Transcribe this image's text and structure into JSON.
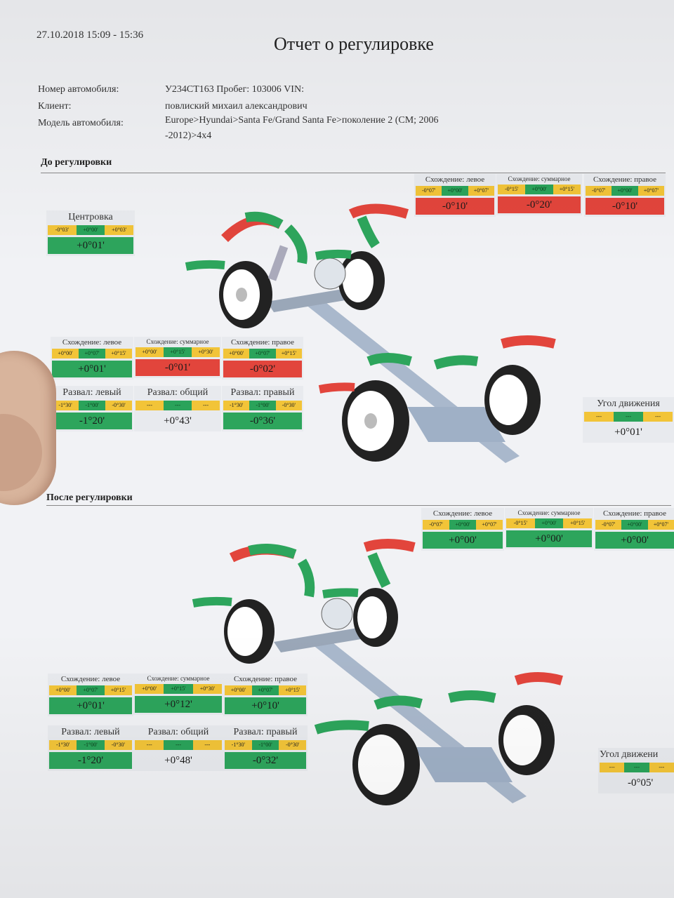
{
  "header": {
    "datetime": "27.10.2018 15:09 - 15:36",
    "title": "Отчет о регулировке"
  },
  "info": {
    "car_label": "Номер автомобиля:",
    "car_value": "У234СТ163 Пробег:  103006 VIN:",
    "client_label": "Клиент:",
    "client_value": "повлиский михаил александрович",
    "model_label": "Модель автомобиля:",
    "model_value_1": "Europe>Hyundai>Santa Fe/Grand Santa Fe>поколение 2 (CM; 2006",
    "model_value_2": "-2012)>4x4"
  },
  "before": {
    "heading": "До регулировки",
    "front": {
      "toe_left": {
        "label": "Схождение: левое",
        "range": [
          "-0°07'",
          "+0°00'",
          "+0°07'"
        ],
        "value": "-0°10'",
        "status": "red"
      },
      "toe_total": {
        "label": "Схождение: суммарное",
        "range": [
          "-0°15'",
          "+0°00'",
          "+0°15'"
        ],
        "value": "-0°20'",
        "status": "red"
      },
      "toe_right": {
        "label": "Схождение: правое",
        "range": [
          "-0°07'",
          "+0°00'",
          "+0°07'"
        ],
        "value": "-0°10'",
        "status": "red"
      }
    },
    "centering": {
      "label": "Центровка",
      "range": [
        "-0°03'",
        "+0°00'",
        "+0°03'"
      ],
      "value": "+0°01'",
      "status": "green"
    },
    "rear": {
      "toe_left": {
        "label": "Схождение: левое",
        "range": [
          "+0°00'",
          "+0°07'",
          "+0°15'"
        ],
        "value": "+0°01'",
        "status": "green"
      },
      "toe_total": {
        "label": "Схождение: суммарное",
        "range": [
          "+0°00'",
          "+0°15'",
          "+0°30'"
        ],
        "value": "-0°01'",
        "status": "red"
      },
      "toe_right": {
        "label": "Схождение: правое",
        "range": [
          "+0°00'",
          "+0°07'",
          "+0°15'"
        ],
        "value": "-0°02'",
        "status": "red"
      },
      "camber_left": {
        "label": "Развал: левый",
        "range": [
          "-1°30'",
          "-1°00'",
          "-0°30'"
        ],
        "value": "-1°20'",
        "status": "green"
      },
      "camber_total": {
        "label": "Развал: общий",
        "range": [
          "---",
          "---",
          "---"
        ],
        "value": "+0°43'",
        "status": "plain"
      },
      "camber_right": {
        "label": "Развал: правый",
        "range": [
          "-1°30'",
          "-1°00'",
          "-0°30'"
        ],
        "value": "-0°36'",
        "status": "green"
      }
    },
    "thrust": {
      "label": "Угол движения",
      "range": [
        "---",
        "---",
        "---"
      ],
      "value": "+0°01'",
      "status": "plain"
    }
  },
  "after": {
    "heading": "После регулировки",
    "front": {
      "toe_left": {
        "label": "Схождение: левое",
        "range": [
          "-0°07'",
          "+0°00'",
          "+0°07'"
        ],
        "value": "+0°00'",
        "status": "green"
      },
      "toe_total": {
        "label": "Схождение: суммарное",
        "range": [
          "-0°15'",
          "+0°00'",
          "+0°15'"
        ],
        "value": "+0°00'",
        "status": "green"
      },
      "toe_right": {
        "label": "Схождение: правое",
        "range": [
          "-0°07'",
          "+0°00'",
          "+0°07'"
        ],
        "value": "+0°00'",
        "status": "green"
      }
    },
    "rear": {
      "toe_left": {
        "label": "Схождение: левое",
        "range": [
          "+0°00'",
          "+0°07'",
          "+0°15'"
        ],
        "value": "+0°01'",
        "status": "green"
      },
      "toe_total": {
        "label": "Схождение: суммарное",
        "range": [
          "+0°00'",
          "+0°15'",
          "+0°30'"
        ],
        "value": "+0°12'",
        "status": "green"
      },
      "toe_right": {
        "label": "Схождение: правое",
        "range": [
          "+0°00'",
          "+0°07'",
          "+0°15'"
        ],
        "value": "+0°10'",
        "status": "green"
      },
      "camber_left": {
        "label": "Развал: левый",
        "range": [
          "-1°30'",
          "-1°00'",
          "-0°30'"
        ],
        "value": "-1°20'",
        "status": "green"
      },
      "camber_total": {
        "label": "Развал: общий",
        "range": [
          "---",
          "---",
          "---"
        ],
        "value": "+0°48'",
        "status": "plain"
      },
      "camber_right": {
        "label": "Развал: правый",
        "range": [
          "-1°30'",
          "-1°00'",
          "-0°30'"
        ],
        "value": "-0°32'",
        "status": "green"
      }
    },
    "thrust": {
      "label": "Угол движени",
      "range": [
        "---",
        "---",
        "---"
      ],
      "value": "-0°05'",
      "status": "plain"
    }
  },
  "colors": {
    "green": "#2da55c",
    "red": "#e2453c",
    "yellow": "#f2c438"
  }
}
